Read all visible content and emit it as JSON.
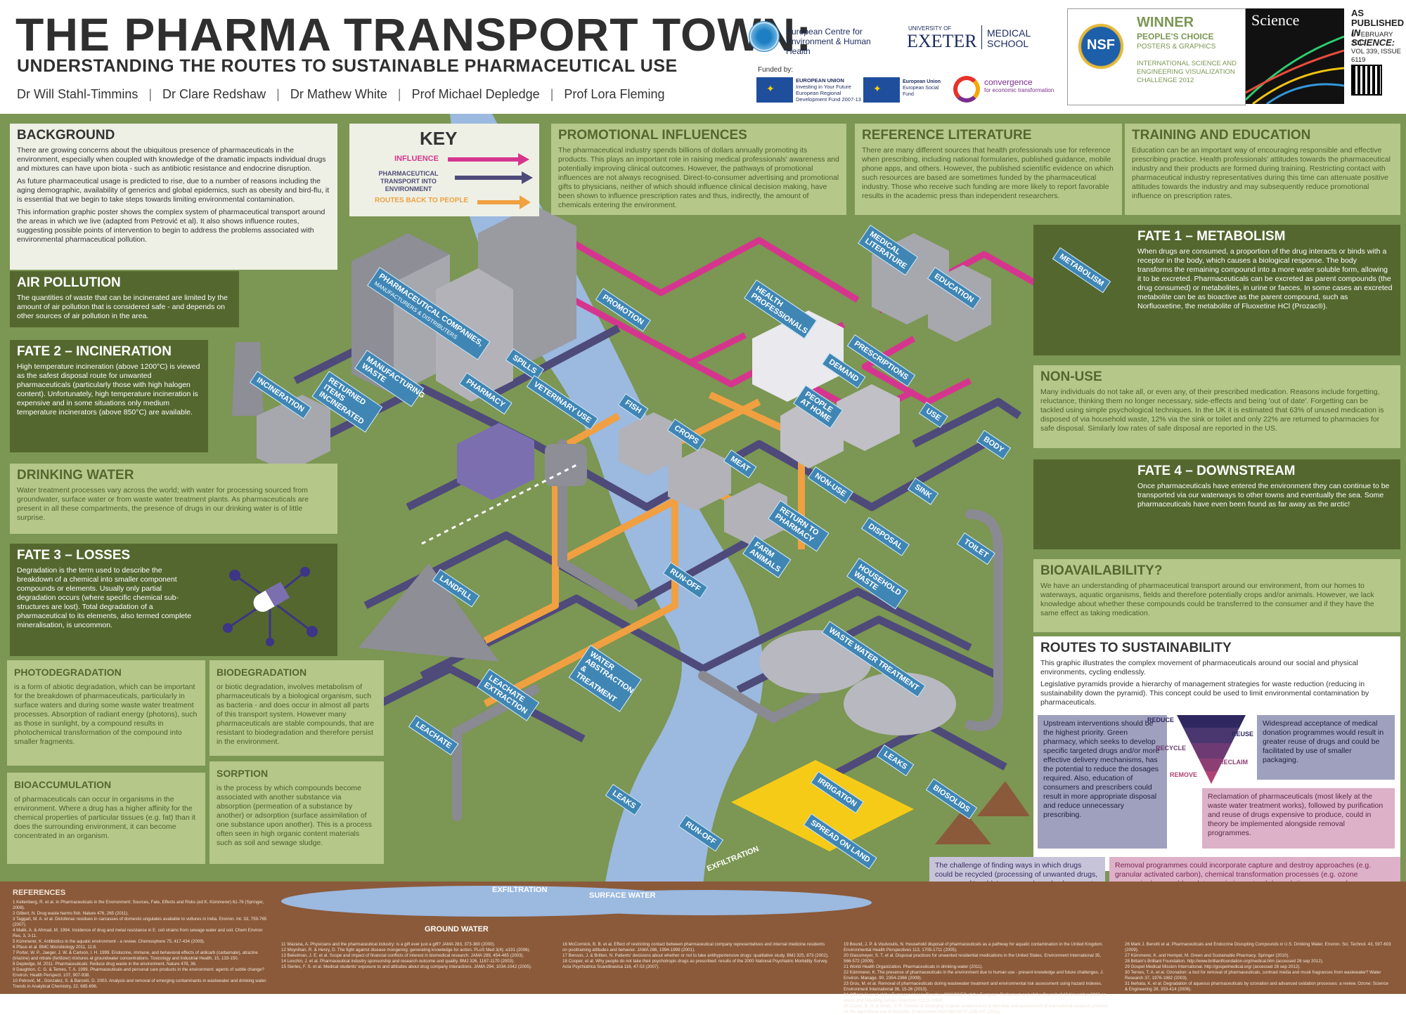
{
  "header": {
    "title": "THE PHARMA TRANSPORT TOWN:",
    "subtitle": "UNDERSTANDING THE ROUTES TO SUSTAINABLE PHARMACEUTICAL USE",
    "authors": [
      "Dr Will Stahl-Timmins",
      "Dr Clare Redshaw",
      "Dr Mathew White",
      "Prof Michael Depledge",
      "Prof Lora Fleming"
    ],
    "logos": {
      "ecehh": "European Centre for Environment & Human Health",
      "exeter_university": "UNIVERSITY OF",
      "exeter": "EXETER",
      "medical_school": "MEDICAL SCHOOL",
      "funded_by": "Funded by:",
      "eu_erdf_1": "EUROPEAN UNION",
      "eu_erdf_2": "Investing in Your Future",
      "eu_erdf_3": "European Regional Development Fund 2007-13",
      "eu_esf_1": "European Union",
      "eu_esf_2": "European Social Fund",
      "convergence_1": "convergence",
      "convergence_2": "for economic transformation"
    },
    "winner": {
      "line1": "WINNER",
      "line2": "PEOPLE'S CHOICE",
      "line3": "POSTERS & GRAPHICS",
      "line4": "INTERNATIONAL SCIENCE AND ENGINEERING VISUALIZATION CHALLENGE 2012",
      "badge": "NSF"
    },
    "science": {
      "logo": "Science",
      "published_1": "AS PUBLISHED",
      "published_2": "IN SCIENCE:",
      "date": "1 FEBRUARY 2013",
      "volume": "VOL 339, ISSUE 6119",
      "page": "PAGE 515"
    }
  },
  "key": {
    "title": "KEY",
    "influence": "INFLUENCE",
    "transport": "PHARMACEUTICAL TRANSPORT INTO ENVIRONMENT",
    "routes": "ROUTES BACK TO PEOPLE"
  },
  "panels": {
    "background": {
      "title": "BACKGROUND",
      "p1": "There are growing concerns about the ubiquitous presence of pharmaceuticals in the environment, especially when coupled with knowledge of the dramatic impacts individual drugs and mixtures can have upon biota - such as antibiotic resistance and endocrine disruption.",
      "p2": "As future pharmaceutical usage is predicted to rise, due to a number of reasons including the aging demographic, availability of generics and global epidemics, such as obesity and bird-flu, it is essential that we begin to take steps towards limiting environmental contamination.",
      "p3": "This information graphic poster shows the complex system of pharmaceutical transport around the areas in which we live (adapted from Petrović et al). It also shows influence routes, suggesting possible points of intervention to begin to address the problems associated with environmental pharmaceutical pollution."
    },
    "air": {
      "title": "AIR POLLUTION",
      "text": "The quantities of waste that can be incinerated are limited by the amount of air pollution that is considered safe - and depends on other sources of air pollution in the area."
    },
    "fate2": {
      "title": "FATE 2 – INCINERATION",
      "text": "High temperature incineration (above 1200°C) is viewed as the safest disposal route for unwanted pharmaceuticals (particularly those with high halogen content). Unfortunately, high temperature incineration is expensive and in some situations only medium temperature incinerators (above 850°C) are available."
    },
    "drinking": {
      "title": "DRINKING WATER",
      "text": "Water treatment processes vary across the world; with water for processing sourced from groundwater, surface water or from waste water treatment plants. As pharmaceuticals are present in all these compartments, the presence of drugs in our drinking water is of little surprise."
    },
    "fate3": {
      "title": "FATE 3 – LOSSES",
      "text": "Degradation is the term used to describe the breakdown of a chemical into smaller component compounds or elements. Usually only partial degradation occurs (where specific chemical sub-structures are lost). Total degradation of a pharmaceutical to its elements, also termed complete mineralisation, is uncommon."
    },
    "photodeg": {
      "title": "PHOTODEGRADATION",
      "text": "is a form of abiotic degradation, which can be important for the breakdown of pharmaceuticals, particularly in surface waters and during some waste water treatment processes. Absorption of radiant energy (photons), such as those in sunlight, by a compound results in photochemical transformation of the compound into smaller fragments."
    },
    "biodeg": {
      "title": "BIODEGRADATION",
      "text": "or biotic degradation, involves metabolism of pharmaceuticals by a biological organism, such as bacteria - and does occur in almost all parts of this transport system. However many pharmaceuticals are stable compounds, that are resistant to biodegradation and therefore persist in the environment."
    },
    "bioacc": {
      "title": "BIOACCUMULATION",
      "text": "of pharmaceuticals can occur in organisms in the environment. Where a drug has a higher affinity for the chemical properties of particular tissues (e.g. fat) than it does the surrounding environment, it can become concentrated in an organism."
    },
    "sorption": {
      "title": "SORPTION",
      "text": "is the process by which compounds become associated with another substance via absorption (permeation of a substance by another) or adsorption (surface assimilation of one substance upon another). This is a process often seen in high organic content materials such as soil and sewage sludge."
    },
    "promo": {
      "title": "PROMOTIONAL INFLUENCES",
      "text": "The pharmaceutical industry spends billions of dollars annually promoting its products. This plays an important role in raising medical professionals' awareness and potentially improving clinical outcomes. However, the pathways of promotional influences are not always recognised. Direct-to-consumer advertising and promotional gifts to physicians, neither of which should influence clinical decision making, have been shown to influence prescription rates and thus, indirectly, the amount of chemicals entering the environment."
    },
    "reflit": {
      "title": "REFERENCE LITERATURE",
      "text": "There are many different sources that health professionals use for reference when prescribing, including national formularies, published guidance, mobile phone apps, and others. However, the published scientific evidence on which such resources are based are sometimes funded by the pharmaceutical industry. Those who receive such funding are more likely to report favorable results in the academic press than independent researchers."
    },
    "training": {
      "title": "TRAINING AND EDUCATION",
      "text": "Education can be an important way of encouraging responsible and effective prescribing practice. Health professionals' attitudes towards the pharmaceutical industry and their products are formed during training. Restricting contact with pharmaceutical industry representatives during this time can attenuate positive attitudes towards the industry and may subsequently reduce promotional influence on prescription rates."
    },
    "fate1": {
      "title": "FATE 1 – METABOLISM",
      "text": "When drugs are consumed, a proportion of the drug interacts or binds with a receptor in the body, which causes a biological response. The body transforms the remaining compound into a more water soluble form, allowing it to be excreted. Pharmaceuticals can be excreted as parent compounds (the drug consumed) or metabolites, in urine or faeces. In some cases an excreted metabolite can be as bioactive as the parent compound, such as Norfluoxetine, the metabolite of Fluoxetine HCl (Prozac®)."
    },
    "nonuse": {
      "title": "NON-USE",
      "text": "Many individuals do not take all, or even any, of their prescribed medication. Reasons include forgetting, reluctance, thinking them no longer necessary, side-effects and being 'out of date'. Forgetting can be tackled using simple psychological techniques. In the UK it is estimated that 63% of unused medication is disposed of via household waste, 12% via the sink or toilet and only 22% are returned to pharmacies for safe disposal. Similarly low rates of safe disposal are reported in the US."
    },
    "fate4": {
      "title": "FATE 4 – DOWNSTREAM",
      "text": "Once pharmaceuticals have entered the environment they can continue to be transported via our waterways to other towns and eventually the sea. Some pharmaceuticals have even been found as far away as the arctic!"
    },
    "bioavail": {
      "title": "BIOAVAILABILITY?",
      "text": "We have an understanding of pharmaceutical transport around our environment, from our homes to waterways, aquatic organisms, fields and therefore potentially crops and/or animals. However, we lack knowledge about whether these compounds could be transferred to the consumer and if they have the same effect as taking medication."
    },
    "routes": {
      "title": "ROUTES TO SUSTAINABILITY",
      "p1": "This graphic illustrates the complex movement of pharmaceuticals around our social and physical environments, cycling endlessly.",
      "p2": "Legislative pyramids provide a hierarchy of management strategies for waste reduction (reducing in sustainability down the pyramid). This concept could be used to limit environmental contamination by pharmaceuticals.",
      "upstream": "Upstream interventions should be the highest priority. Green pharmacy, which seeks to develop specific targeted drugs and/or more effective delivery mechanisms, has the potential to reduce the dosages required. Also, education of consumers and prescribers could result in more appropriate disposal and reduce unnecessary prescribing.",
      "reuse": "Widespread acceptance of medical donation programmes would result in greater reuse of drugs and could be facilitated by use of smaller packaging.",
      "reclaim": "Reclamation of pharmaceuticals (most likely at the waste water treatment works), followed by purification and reuse of drugs expensive to produce, could in theory be implemented alongside removal programmes.",
      "recycle": "The challenge of finding ways in which drugs could be recycled (processing of unwanted drugs, recovery of 'usable' compounds and subsequent product manufacture) lies with the chemical industry.",
      "remove": "Removal programmes could incorporate capture and destroy approaches (e.g. granular activated carbon), chemical transformation processes (e.g. ozone processing), or could seek to maximise natural degradation processes by optimisation of treatment e.g. identifying, isolating and seeding with drug-degrading bacterial strains.",
      "pyr_reduce": "REDUCE",
      "pyr_reuse": "REUSE",
      "pyr_recycle": "RECYCLE",
      "pyr_reclaim": "RECLAIM",
      "pyr_remove": "REMOVE"
    }
  },
  "labels": {
    "pharma_companies": "PHARMACEUTICAL COMPANIES,",
    "pharma_sub": "MANUFACTURERS & DISTRIBUTERS",
    "promotion": "PROMOTION",
    "medical_literature": "MEDICAL LITERATURE",
    "education": "EDUCATION",
    "metabolism": "METABOLISM",
    "health_professionals": "HEALTH PROFESSIONALS",
    "prescriptions": "PRESCRIPTIONS",
    "demand": "DEMAND",
    "spills": "SPILLS",
    "manufacturing_waste": "MANUFACTURING WASTE",
    "pharmacy": "PHARMACY",
    "veterinary_use": "VETERINARY USE",
    "incineration": "INCINERATION",
    "returned_items": "RETURNED ITEMS INCINERATED",
    "fish": "FISH",
    "crops": "CROPS",
    "meat": "MEAT",
    "people_at_home": "PEOPLE AT HOME",
    "use": "USE",
    "body": "BODY",
    "non_use": "NON-USE",
    "return_to_pharmacy": "RETURN TO PHARMACY",
    "sink": "SINK",
    "toilet": "TOILET",
    "disposal": "DISPOSAL",
    "farm_animals": "FARM ANIMALS",
    "household_waste": "HOUSEHOLD WASTE",
    "landfill": "LANDFILL",
    "run_off_1": "RUN-OFF",
    "run_off_2": "RUN-OFF",
    "water_abstraction": "WATER ABSTRACTION & TREATMENT",
    "leachate_extraction": "LEACHATE EXTRACTION",
    "leachate": "LEACHATE",
    "waste_water": "WASTE WATER TREATMENT",
    "leaks_1": "LEAKS",
    "leaks_2": "LEAKS",
    "biosolids": "BIOSOLIDS",
    "irrigation": "IRRIGATION",
    "spread_on_land": "SPREAD ON LAND",
    "exfiltration_1": "EXFILTRATION",
    "exfiltration_2": "EXFILTRATION",
    "surface_water": "SURFACE WATER",
    "ground_water": "GROUND WATER"
  },
  "references_title": "REFERENCES",
  "references": [
    "1 Kellenberg, R. et al. In Pharmaceuticals in the Environment: Sources, Fate, Effects and Risks (ed K. Kümmerer) 61-76 (Springer, 2008).",
    "2 Gilbert, N. Drug waste harms fish. Nature 476, 265 (2011).",
    "3 Taggart, M. A. et al. Diclofenac residues in carcasses of domestic ungulates available to vultures in India. Environ. Int. 33, 759-765 (2007).",
    "4 Malik, A. & Ahmad, M. 1994. Incidence of drug and metal resistance in E. coli strains from sewage water and soil. Chem Environ Res, 3, 3-11.",
    "5 Kümmerer, K. Antibiotics in the aquatic environment - a review. Chemosphere 75, 417-434 (2009).",
    "6 Pfaus et al. BMC Microbiology 2011, 11:8.",
    "7 Porter, W. P., Jaeger, J. W. & Carlson, I. H. 1999. Endocrine, immune, and behavioral effects of aldicarb (carbamate), atrazine (triazine) and nitrate (fertilizer) mixtures at groundwater concentrations. Toxicology and Industrial Health, 15, 133-150.",
    "8 Depledge, M. 2011. Pharmaceuticals: Reduce drug waste in the environment. Nature 478, 36.",
    "9 Daughton, C. G. & Ternes, T. A. 1999. Pharmaceuticals and personal care products in the environment: agents of subtle change? Environ. Health Perspect. 107, 907-938.",
    "10 Petrović, M., Gonzalez, S. & Barceló, D. 2003. Analysis and removal of emerging contaminants in wastewater and drinking water. Trends in Analytical Chemistry, 22, 685-696.",
    "11 Wazana, A. Physicians and the pharmaceutical industry: is a gift ever just a gift? JAMA 283, 373-380 (2000).",
    "12 Moynihan, R. & Henry, D. The fight against disease mongering: generating knowledge for action. PLoS Med 3(4): e191 (2006).",
    "13 Bekelman, J. E. et al. Scope and impact of financial conflicts of interest in biomedical research. JAMA 289, 454-465 (2003).",
    "14 Lexchin, J. et al. Pharmaceutical industry sponsorship and research outcome and quality. BMJ 326, 1167-1170 (2003).",
    "15 Sierles, F. S. et al. Medical students' exposure to and attitudes about drug company interactions. JAMA 294, 1034-1042 (2005).",
    "16 McCormick, B. B. et al. Effect of restricting contact between pharmaceutical company representatives and internal medicine residents on posttraining attitudes and behavior. JAMA 286, 1994-1999 (2001).",
    "17 Benson, J. & Britten, N. Patients' decisions about whether or not to take antihypertensive drugs: qualitative study. BMJ 325, 873 (2002).",
    "18 Cooper, et al. Why people do not take their psychotropic drugs as prescribed: results of the 2000 National Psychiatric Morbidity Survey. Acta Psychiatrica Scandinavica 116, 47-53 (2007).",
    "19 Bound, J. P. & Voulvoulis, N. Household disposal of pharmaceuticals as a pathway for aquatic contamination in the United Kingdom. Environmental Health Perspectives 113, 1705-1711 (2005).",
    "20 Glassmeyer, S. T. et al. Disposal practices for unwanted residential medications in the United States. Environment International 35, 566-572 (2009).",
    "21 World Health Organization. Pharmaceuticals in drinking-water (2011).",
    "22 Kümmerer, K. The presence of pharmaceuticals in the environment due to human use - present knowledge and future challenges. J. Environ. Manage. 90, 2354-2366 (2009).",
    "23 Gros, M. et al. Removal of pharmaceuticals during wastewater treatment and environmental risk assessment using hazard indexes. Environment International 36, 15-26 (2010).",
    "24 Official Journal of the European Union: Directive 2008/98/EC of the European Parliament and of the Council of 19 November 2008 on waste and repealing certain Directives (22.11.2008).",
    "25 Clarke, B. O. & Smith, S. R. Review of 'emerging' organic contaminants in biosolids and assessment of international research priorities for the agricultural use of biosolids. Environment International 37, 226-247 (2011).",
    "26 Mark J. Benotti et al. Pharmaceuticals and Endocrine Disrupting Compounds in U.S. Drinking Water. Environ. Sci. Technol. 43, 597-603 (2009).",
    "27 Kümmerer, K. and Hempel, M. Green and Sustainable Pharmacy. Springer (2010).",
    "28 Britain's Brilliant Foundation. http://www.brilliantfoundation.org/medical.htm (accessed 28 sep 2012).",
    "29 Gospel Medical Mission International. http://gospelmedical.org/ (accessed 28 sep 2012).",
    "30 Ternes, T. A. et al. Ozonation: a tool for removal of pharmaceuticals, contrast media and musk fragrances from wastewater? Water Research 37, 1976-1982 (2003).",
    "31 Ikehata, K. et al. Degradation of aqueous pharmaceuticals by ozonation and advanced oxidation processes: a review. Ozone: Science & Engineering 28, 353-414 (2006)."
  ],
  "colors": {
    "background": "#7c9653",
    "dark_panel": "#54672f",
    "light_panel": "#b6c78a",
    "influence": "#d6358f",
    "transport": "#4e4a7a",
    "routes_back": "#f0a041",
    "label_blue": "#3f86b5",
    "water": "#9cb9e0",
    "ground": "#8a5a3a"
  }
}
